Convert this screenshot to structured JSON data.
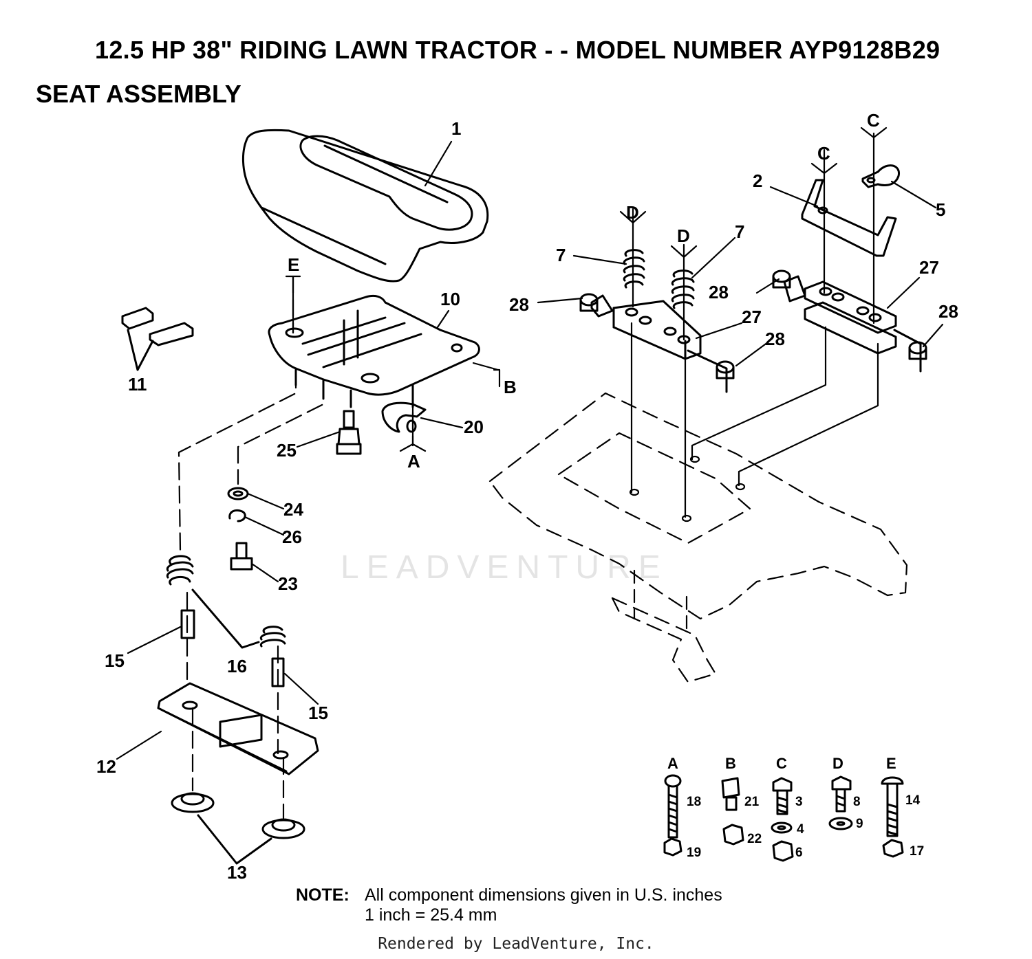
{
  "header": {
    "title": "12.5 HP 38\" RIDING LAWN TRACTOR - - MODEL NUMBER AYP9128B29",
    "subtitle": "SEAT ASSEMBLY"
  },
  "callouts": [
    {
      "id": "c1",
      "label": "1"
    },
    {
      "id": "c2",
      "label": "2"
    },
    {
      "id": "c5",
      "label": "5"
    },
    {
      "id": "c7a",
      "label": "7"
    },
    {
      "id": "c7b",
      "label": "7"
    },
    {
      "id": "c10",
      "label": "10"
    },
    {
      "id": "c11",
      "label": "11"
    },
    {
      "id": "c12",
      "label": "12"
    },
    {
      "id": "c13",
      "label": "13"
    },
    {
      "id": "c15a",
      "label": "15"
    },
    {
      "id": "c15b",
      "label": "15"
    },
    {
      "id": "c16",
      "label": "16"
    },
    {
      "id": "c20",
      "label": "20"
    },
    {
      "id": "c23",
      "label": "23"
    },
    {
      "id": "c24",
      "label": "24"
    },
    {
      "id": "c25",
      "label": "25"
    },
    {
      "id": "c26",
      "label": "26"
    },
    {
      "id": "c27a",
      "label": "27"
    },
    {
      "id": "c27b",
      "label": "27"
    },
    {
      "id": "c28a",
      "label": "28"
    },
    {
      "id": "c28b",
      "label": "28"
    },
    {
      "id": "c28c",
      "label": "28"
    },
    {
      "id": "c28d",
      "label": "28"
    }
  ],
  "references": [
    {
      "id": "rE",
      "label": "E"
    },
    {
      "id": "rB",
      "label": "B"
    },
    {
      "id": "rA",
      "label": "A"
    },
    {
      "id": "rC1",
      "label": "C"
    },
    {
      "id": "rC2",
      "label": "C"
    },
    {
      "id": "rD1",
      "label": "D"
    },
    {
      "id": "rD2",
      "label": "D"
    }
  ],
  "hardware": [
    {
      "letter": "A",
      "parts": [
        "18",
        "19"
      ]
    },
    {
      "letter": "B",
      "parts": [
        "21",
        "22"
      ]
    },
    {
      "letter": "C",
      "parts": [
        "3",
        "4",
        "6"
      ]
    },
    {
      "letter": "D",
      "parts": [
        "8",
        "9"
      ]
    },
    {
      "letter": "E",
      "parts": [
        "14",
        "17"
      ]
    }
  ],
  "note": {
    "label": "NOTE:",
    "line1": "All component dimensions given in U.S. inches",
    "line2": "1 inch = 25.4 mm"
  },
  "watermark": "LEADVENTURE",
  "footer": "Rendered by LeadVenture, Inc."
}
